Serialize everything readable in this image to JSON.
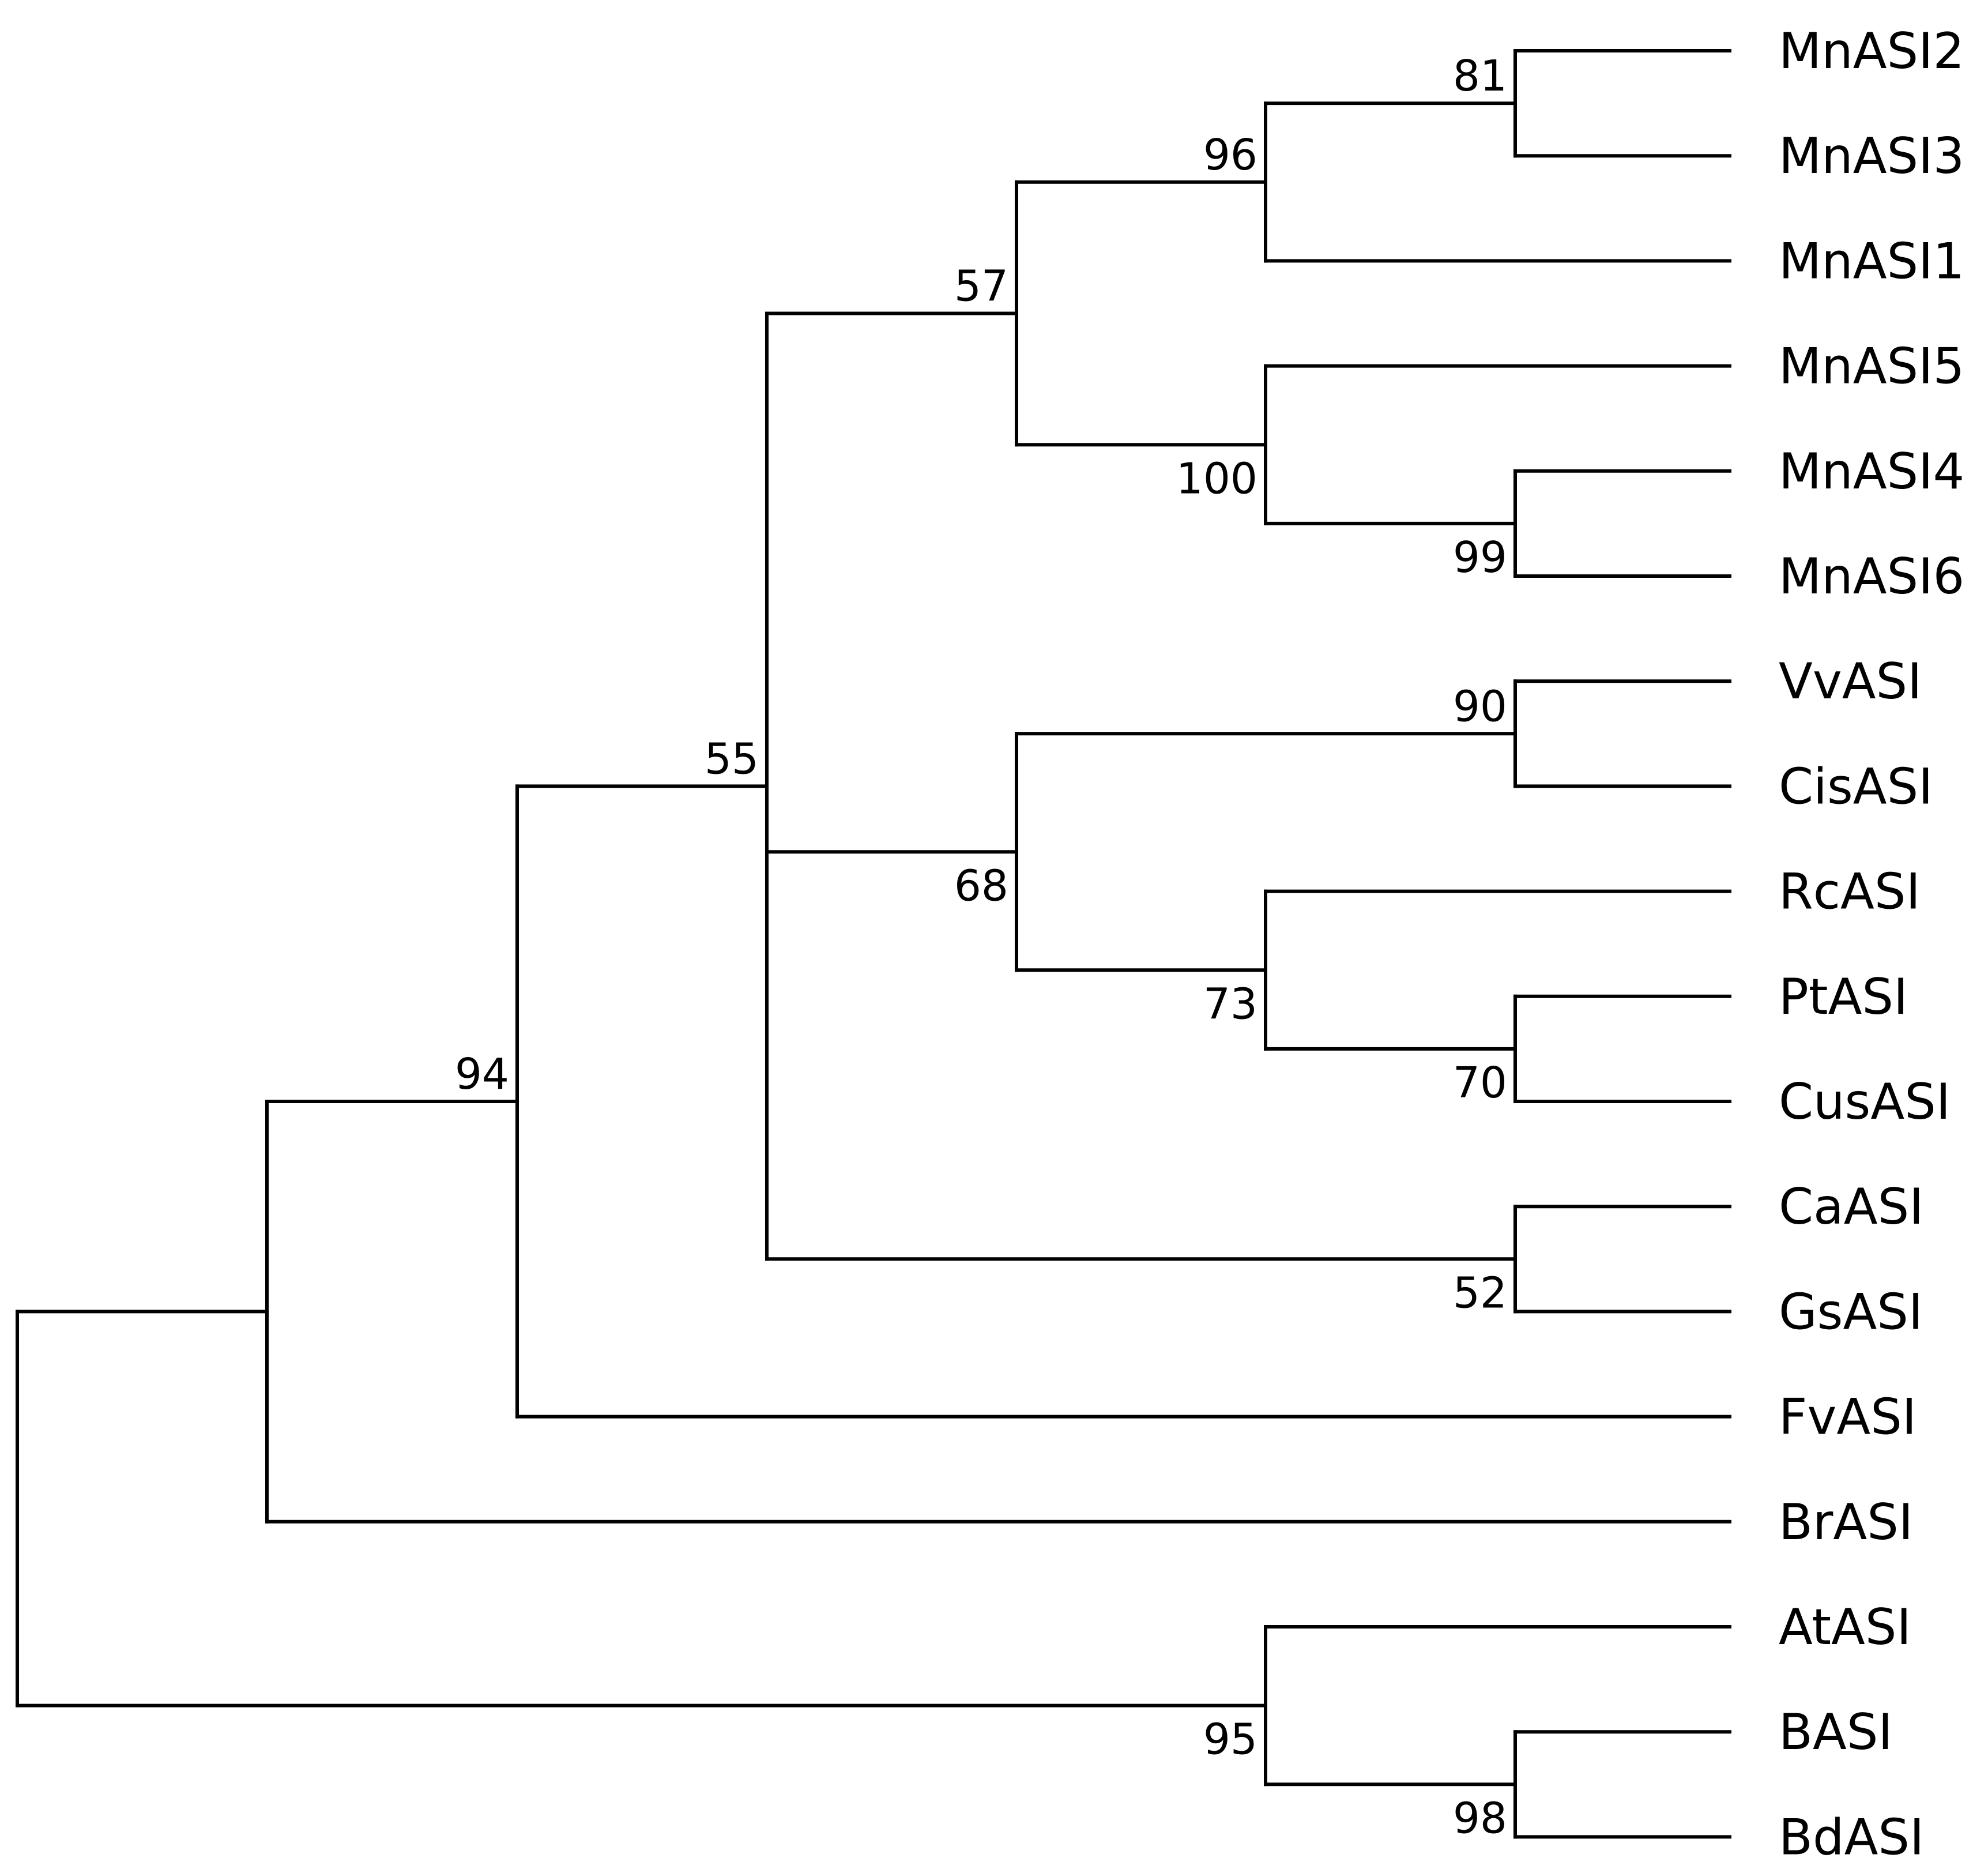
{
  "tree": {
    "taxa": [
      {
        "id": "MnASI2",
        "label": "MnASI2"
      },
      {
        "id": "MnASI3",
        "label": "MnASI3"
      },
      {
        "id": "MnASI1",
        "label": "MnASI1"
      },
      {
        "id": "MnASI5",
        "label": "MnASI5"
      },
      {
        "id": "MnASI4",
        "label": "MnASI4"
      },
      {
        "id": "MnASI6",
        "label": "MnASI6"
      },
      {
        "id": "VvASI",
        "label": "VvASI"
      },
      {
        "id": "CisASI",
        "label": "CisASI"
      },
      {
        "id": "RcASI",
        "label": "RcASI"
      },
      {
        "id": "PtASI",
        "label": "PtASI"
      },
      {
        "id": "CusASI",
        "label": "CusASI"
      },
      {
        "id": "CaASI",
        "label": "CaASI"
      },
      {
        "id": "GsASI",
        "label": "GsASI"
      },
      {
        "id": "FvASI",
        "label": "FvASI"
      },
      {
        "id": "BrASI",
        "label": "BrASI"
      },
      {
        "id": "AtASI",
        "label": "AtASI"
      },
      {
        "id": "BASI",
        "label": "BASI"
      },
      {
        "id": "BdASI",
        "label": "BdASI"
      }
    ],
    "clades": [
      {
        "id": "c_2_3",
        "children": [
          "MnASI2",
          "MnASI3"
        ],
        "support": "81"
      },
      {
        "id": "c_mn123",
        "children": [
          "c_2_3",
          "MnASI1"
        ],
        "support": "96"
      },
      {
        "id": "c_4_6",
        "children": [
          "MnASI4",
          "MnASI6"
        ],
        "support": "99"
      },
      {
        "id": "c_mn546",
        "children": [
          "MnASI5",
          "c_4_6"
        ],
        "support": "100"
      },
      {
        "id": "c_mn_all",
        "children": [
          "c_mn123",
          "c_mn546"
        ],
        "support": "57"
      },
      {
        "id": "c_vv_cis",
        "children": [
          "VvASI",
          "CisASI"
        ],
        "support": "90"
      },
      {
        "id": "c_pt_cus",
        "children": [
          "PtASI",
          "CusASI"
        ],
        "support": "70"
      },
      {
        "id": "c_rc_pt",
        "children": [
          "RcASI",
          "c_pt_cus"
        ],
        "support": "73"
      },
      {
        "id": "c_68",
        "children": [
          "c_vv_cis",
          "c_rc_pt"
        ],
        "support": "68"
      },
      {
        "id": "c_ca_gs",
        "children": [
          "CaASI",
          "GsASI"
        ],
        "support": "52"
      },
      {
        "id": "c_55",
        "children": [
          "c_mn_all",
          "c_68",
          "c_ca_gs"
        ],
        "support": "55"
      },
      {
        "id": "c_94",
        "children": [
          "c_55",
          "FvASI"
        ],
        "support": "94"
      },
      {
        "id": "c_br",
        "children": [
          "c_94",
          "BrASI"
        ],
        "support": ""
      },
      {
        "id": "c_b_bd",
        "children": [
          "BASI",
          "BdASI"
        ],
        "support": "98"
      },
      {
        "id": "c_95",
        "children": [
          "AtASI",
          "c_b_bd"
        ],
        "support": "95"
      },
      {
        "id": "root",
        "children": [
          "c_br",
          "c_95"
        ],
        "support": ""
      }
    ]
  }
}
